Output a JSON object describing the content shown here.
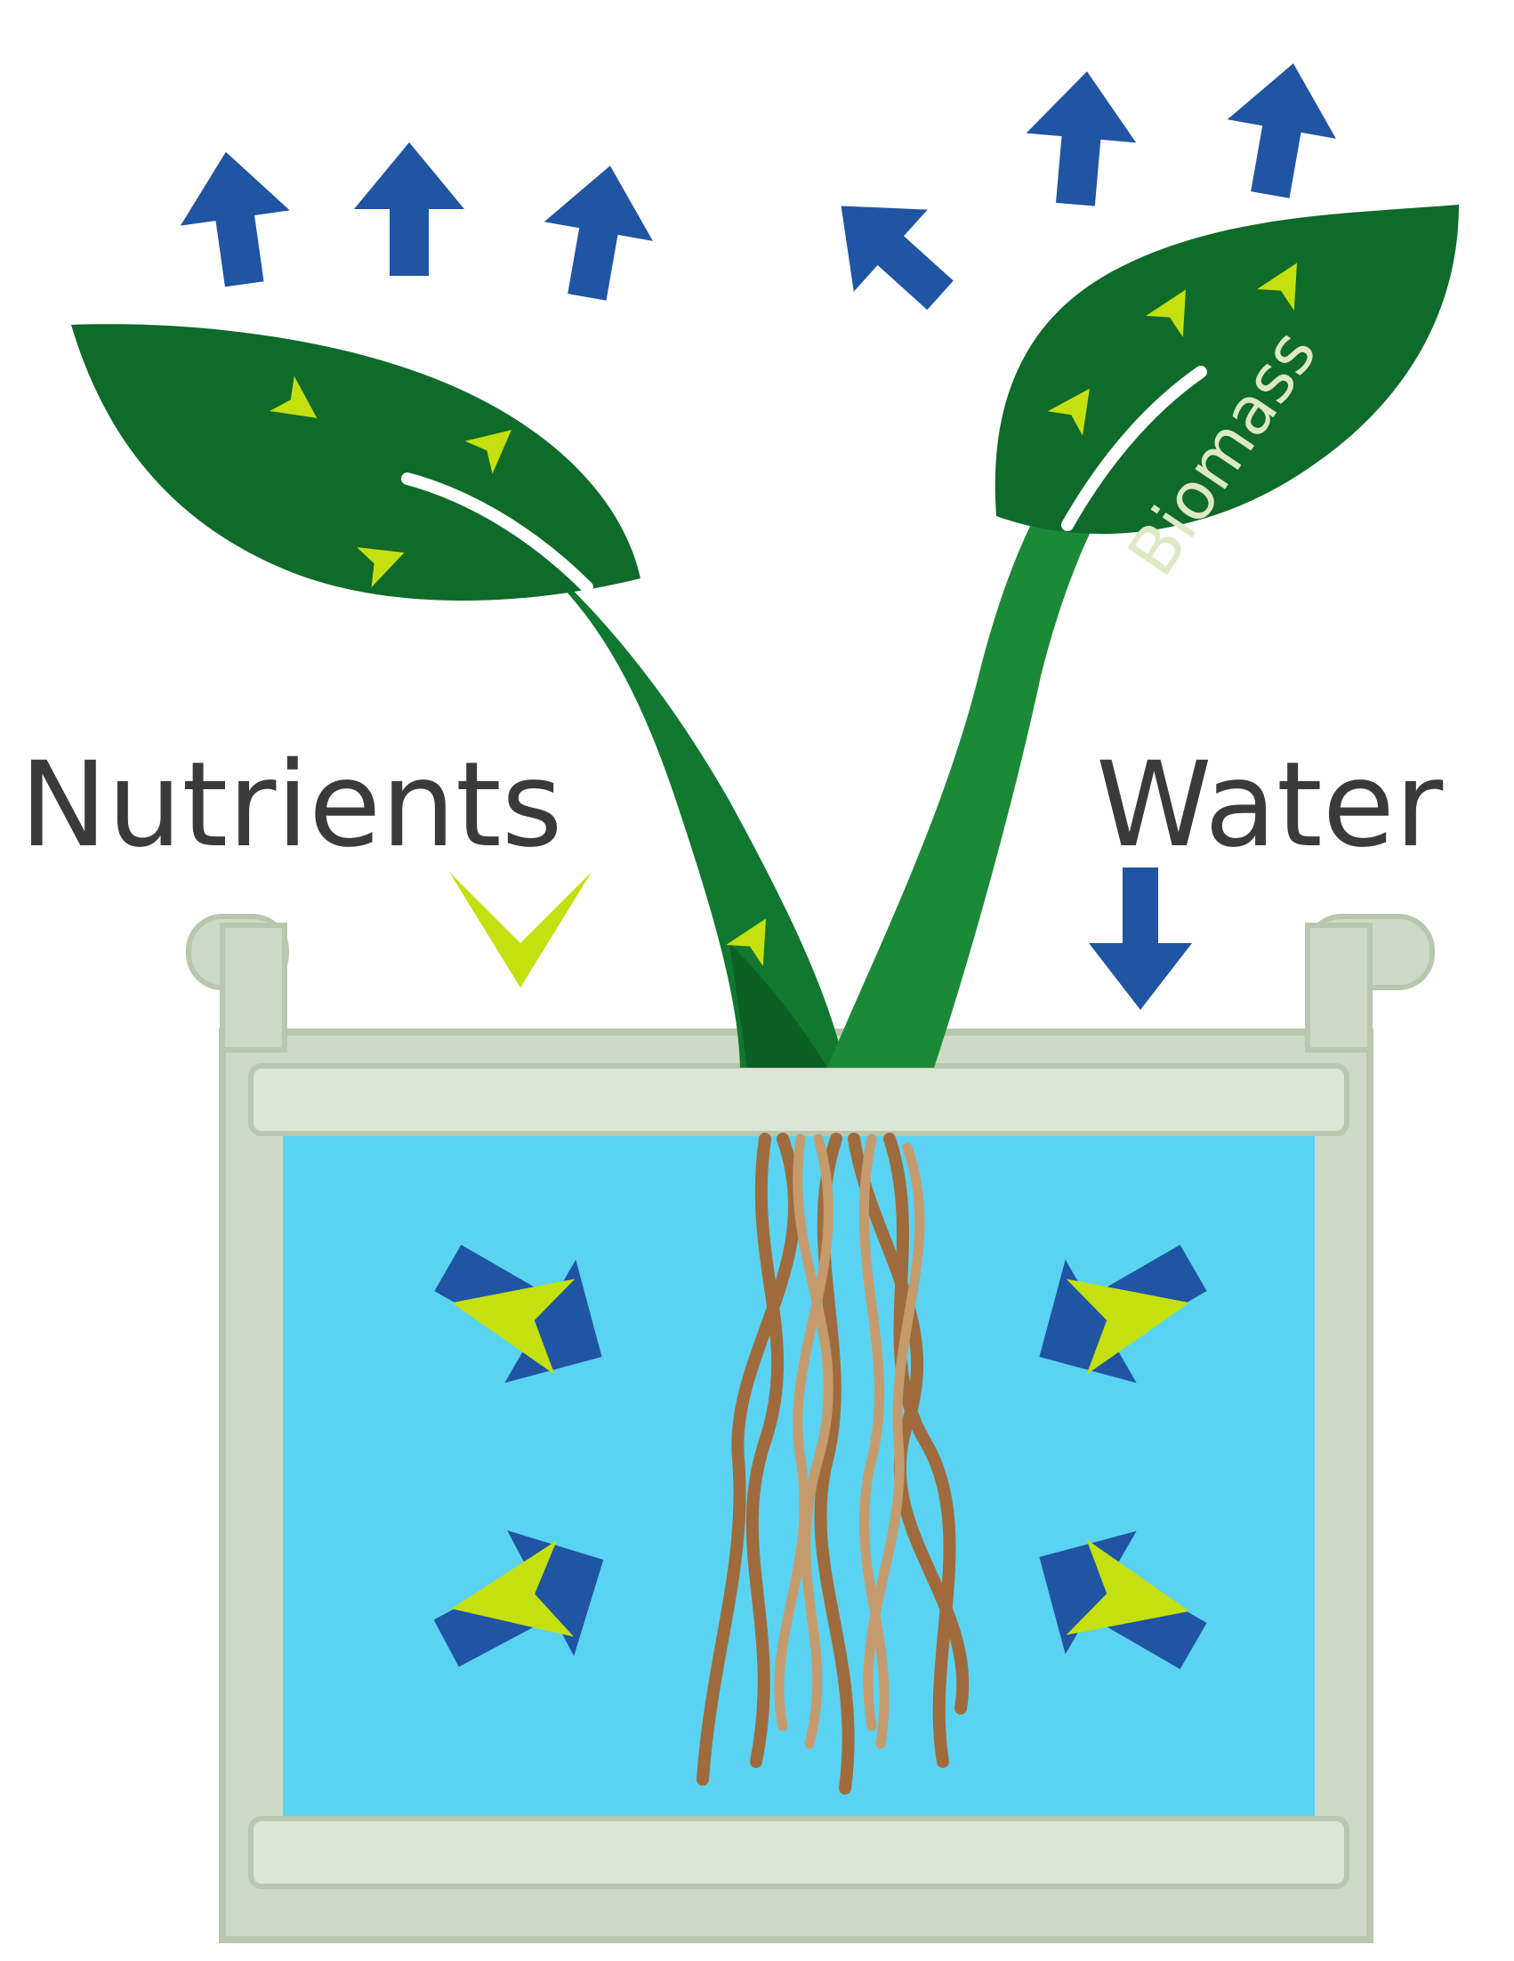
{
  "labels": {
    "nutrients": "Nutrients",
    "water": "Water",
    "biomass": "Biomass"
  },
  "colors": {
    "leaf_dark_green": "#0e6b2a",
    "stem_green": "#11782f",
    "nutrient_lime": "#c5e00f",
    "water_arrow_blue": "#1f55a3",
    "water_fill": "#5ad3f2",
    "container_frame": "#cfdac6",
    "container_frame_shade": "#b9c7ae",
    "root_brown": "#a06b3c",
    "root_tan": "#c59b6d",
    "label_gray": "#3a3a3a"
  },
  "icons": {
    "upward_flow": "blue-arrow-icon",
    "nutrient_marker": "lime-chevron-icon",
    "water_inflow": "blue-down-arrow-icon"
  }
}
